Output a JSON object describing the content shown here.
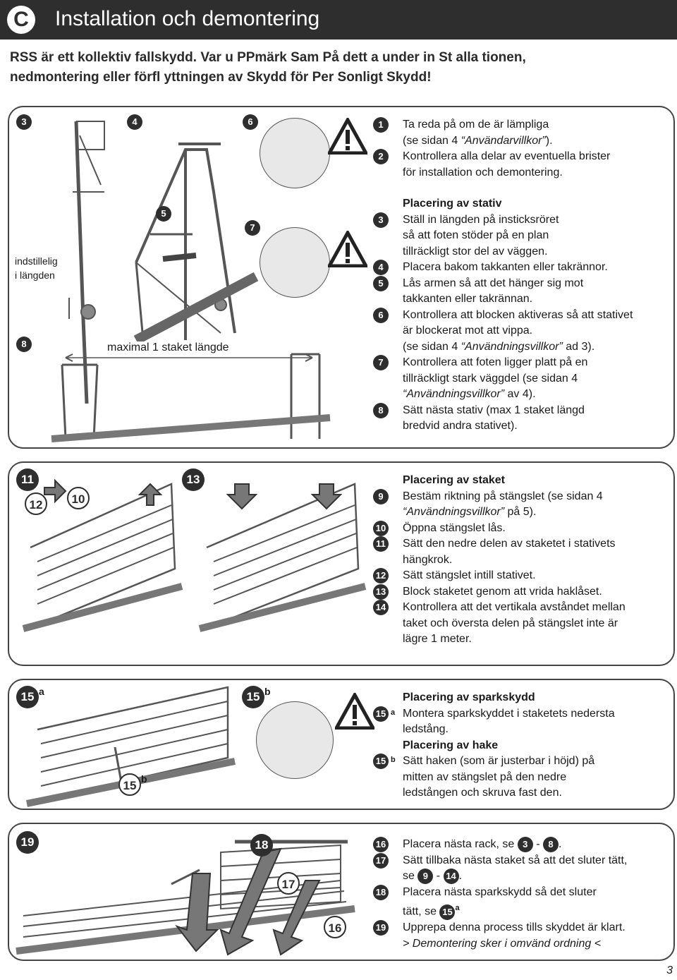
{
  "header": {
    "badge": "C",
    "title": "Installation och demontering"
  },
  "intro": {
    "line1": "RSS är ett kollektiv fallskydd. Var u PPmärk Sam På dett a under in St alla tionen,",
    "line2": "nedmontering eller förfl yttningen av Skydd för Per Sonligt Skydd!"
  },
  "panel1": {
    "labels": {
      "b3": "3",
      "b4": "4",
      "b6": "6",
      "b5": "5",
      "b7": "7",
      "b8": "8"
    },
    "indstillelig1": "indstillelig",
    "indstillelig2": "i längden",
    "maximal": "maximal 1 staket längde",
    "steps": {
      "s1_badge": "1",
      "s1_a": "Ta reda på om de är lämpliga",
      "s1_b_pre": "(se sidan 4 ",
      "s1_b_it": "“Användarvillkor”",
      "s1_b_post": ").",
      "s2_badge": "2",
      "s2_a": "Kontrollera alla delar av eventuella brister",
      "s2_b": "för installation och demontering.",
      "heading": "Placering av stativ",
      "s3_badge": "3",
      "s3_a": "Ställ in längden på insticksröret",
      "s3_b": "så att foten stöder på en plan",
      "s3_c": "tillräckligt stor del av väggen.",
      "s4_badge": "4",
      "s4_a": "Placera bakom takkanten eller takrännor.",
      "s5_badge": "5",
      "s5_a": "Lås armen så att det hänger sig mot",
      "s5_b": "takkanten eller takrännan.",
      "s6_badge": "6",
      "s6_a": "Kontrollera att blocken aktiveras så att stativet",
      "s6_b": "är blockerat mot att vippa.",
      "s6_c_pre": "(se sidan 4 ",
      "s6_c_it": "“Användningsvillkor”",
      "s6_c_post": " ad 3).",
      "s7_badge": "7",
      "s7_a": "Kontrollera att foten ligger platt på en",
      "s7_b": "tillräckligt stark väggdel (se sidan 4",
      "s7_c_it": "“Användningsvillkor”",
      "s7_c_post": " av 4).",
      "s8_badge": "8",
      "s8_a": "Sätt nästa stativ (max 1 staket längd",
      "s8_b": "bredvid andra stativet)."
    }
  },
  "panel2": {
    "labels": {
      "b11": "11",
      "b12": "12",
      "b10": "10",
      "b13": "13"
    },
    "steps": {
      "heading": "Placering av staket",
      "s9_badge": "9",
      "s9_a": "Bestäm riktning på stängslet (se sidan 4",
      "s9_b_it": "“Användningsvillkor”",
      "s9_b_post": " på 5).",
      "s10_badge": "10",
      "s10_a": "Öppna stängslet lås.",
      "s11_badge": "11",
      "s11_a": "Sätt den nedre delen av staketet i stativets",
      "s11_b": "hängkrok.",
      "s12_badge": "12",
      "s12_a": "Sätt stängslet intill stativet.",
      "s13_badge": "13",
      "s13_a": "Block staketet genom att vrida haklåset.",
      "s14_badge": "14",
      "s14_a": "Kontrollera att det vertikala avståndet mellan",
      "s14_b": "taket och översta delen på stängslet inte är",
      "s14_c": "lägre 1 meter."
    }
  },
  "panel3": {
    "labels": {
      "b15a": "15",
      "b15a_sub": "a",
      "b15b": "15",
      "b15b_sub": "b",
      "b15b2": "15",
      "b15b2_sub": "b"
    },
    "steps": {
      "heading1": "Placering av sparkskydd",
      "s15a_badge": "15",
      "s15a_sub": "a",
      "s15a_a": "Montera sparkskyddet i staketets nedersta",
      "s15a_b": "ledstång.",
      "heading2": "Placering av hake",
      "s15b_badge": "15",
      "s15b_sub": "b",
      "s15b_a": "Sätt haken (som är justerbar i höjd) på",
      "s15b_b": "mitten av stängslet på den nedre",
      "s15b_c": "ledstången och skruva fast den."
    }
  },
  "panel4": {
    "labels": {
      "b19": "19",
      "b18": "18",
      "b17": "17",
      "b16": "16"
    },
    "steps": {
      "s16_badge": "16",
      "s16_pre": "Placera nästa rack, se ",
      "s16_r1": "3",
      "s16_dash": " - ",
      "s16_r2": "8",
      "s16_post": ".",
      "s17_badge": "17",
      "s17_a": "Sätt tillbaka nästa staket så att det sluter tätt,",
      "s17_b_pre": "se ",
      "s17_r1": "9",
      "s17_dash": " - ",
      "s17_r2": "14",
      "s17_post": ".",
      "s18_badge": "18",
      "s18_a": "Placera nästa sparkskydd så det sluter",
      "s18_b_pre": "tätt, se ",
      "s18_r": "15",
      "s18_r_sub": "a",
      "s19_badge": "19",
      "s19_a": "Upprepa denna process tills skyddet är klart.",
      "s19_b": "> Demontering sker i omvänd ordning <"
    }
  },
  "footer": {
    "page": "3"
  }
}
